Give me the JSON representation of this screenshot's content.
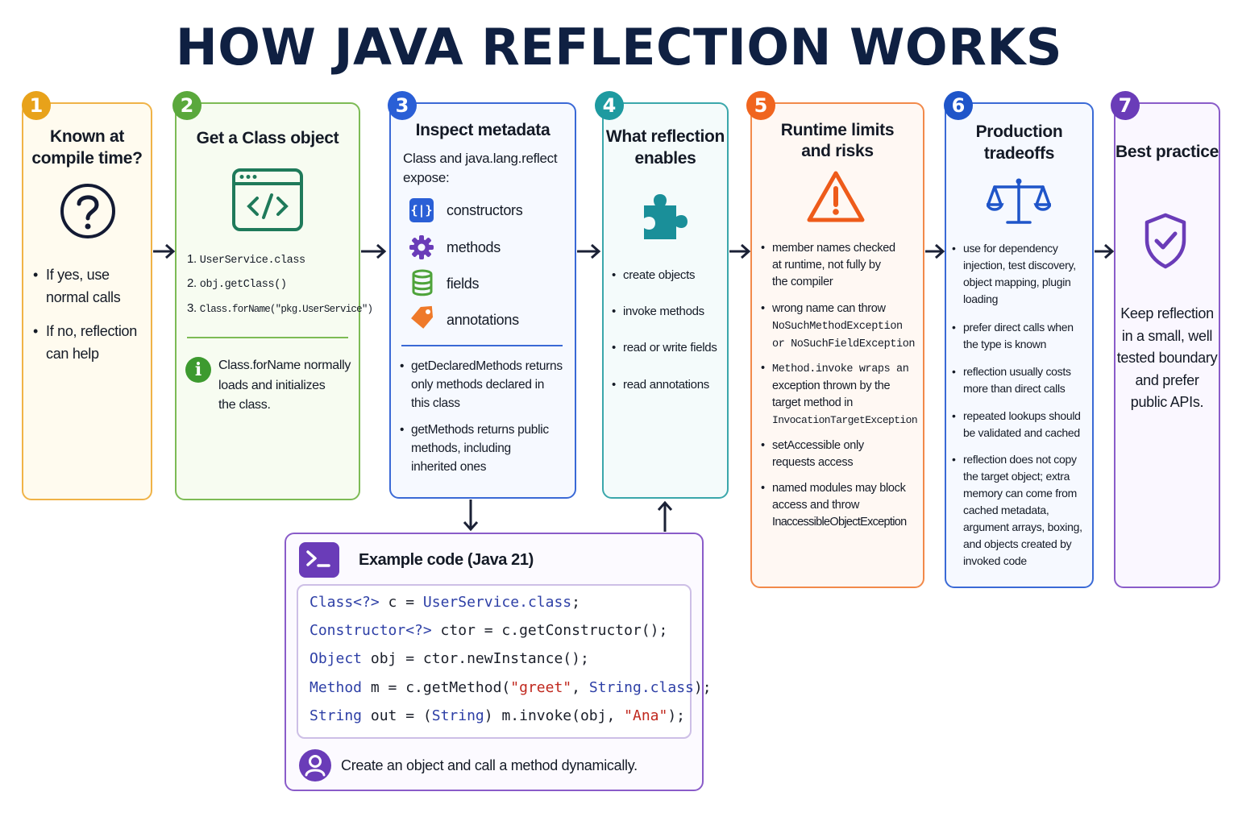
{
  "title": "HOW JAVA REFLECTION WORKS",
  "colors": {
    "panel1": "#f0a01f",
    "panel2": "#5aa83c",
    "panel3": "#2a5fd6",
    "panel4": "#1e9aa0",
    "panel5": "#f0651f",
    "panel6": "#1f55c9",
    "panel7": "#6a3cb8",
    "code": "#6a3cb8"
  },
  "panels": {
    "p1": {
      "number": "1",
      "title_l1": "Known at",
      "title_l2": "compile time?",
      "icon": "question-icon",
      "bullets": [
        "If yes, use",
        "normal calls",
        "If no, reflection",
        "can help"
      ]
    },
    "p2": {
      "number": "2",
      "title": "Get a Class object",
      "icon": "code-window-icon",
      "steps": [
        "1.",
        "UserService.class",
        "2.",
        "obj.getClass()",
        "3.",
        "Class.forName(\"pkg.UserService\")"
      ],
      "note_l1": "Class.forName normally",
      "note_l2": "loads and initializes",
      "note_l3": "the class."
    },
    "p3": {
      "number": "3",
      "title": "Inspect metadata",
      "intro_l1": "Class and java.lang.reflect",
      "intro_l2": "expose:",
      "items": [
        "constructors",
        "methods",
        "fields",
        "annotations"
      ],
      "b1_l1": "getDeclaredMethods returns",
      "b1_l2": "only methods declared in",
      "b1_l3": "this class",
      "b2_l1": "getMethods returns public",
      "b2_l2": "methods, including",
      "b2_l3": "inherited ones"
    },
    "p4": {
      "number": "4",
      "title_l1": "What reflection",
      "title_l2": "enables",
      "icon": "puzzle-icon",
      "bullets": [
        "create objects",
        "invoke methods",
        "read or write fields",
        "read annotations"
      ]
    },
    "p5": {
      "number": "5",
      "title_l1": "Runtime limits",
      "title_l2": "and risks",
      "icon": "warning-icon",
      "lines": [
        "member names checked",
        "at runtime, not fully by",
        "the compiler",
        "wrong name can throw",
        "NoSuchMethodException",
        "or NoSuchFieldException",
        "Method.invoke wraps an",
        "exception thrown by the",
        "target method in",
        "InvocationTargetException",
        "setAccessible only",
        "requests access",
        "named modules may block",
        "access and throw",
        "InaccessibleObjectException"
      ]
    },
    "p6": {
      "number": "6",
      "title_l1": "Production",
      "title_l2": "tradeoffs",
      "icon": "scale-icon",
      "lines": [
        "use for dependency",
        "injection, test discovery,",
        "object mapping, plugin",
        "loading",
        "prefer direct calls when",
        "the type is known",
        "reflection usually costs",
        "more than direct calls",
        "repeated lookups should",
        "be validated and cached",
        "reflection does not copy",
        "the target object; extra",
        "memory can come from",
        "cached metadata,",
        "argument arrays, boxing,",
        "and objects created by",
        "invoked code"
      ]
    },
    "p7": {
      "number": "7",
      "title": "Best practice",
      "icon": "shield-check-icon",
      "text": [
        "Keep reflection",
        "in a small, well",
        "tested boundary",
        "and prefer",
        "public APIs."
      ]
    }
  },
  "code_panel": {
    "title": "Example code (Java 21)",
    "icon": "terminal-icon",
    "t": [
      "Class<?>",
      " c = ",
      "UserService",
      ".class",
      ";",
      "Constructor<?>",
      " ctor = c.getConstructor();",
      "Object",
      " obj = ctor.newInstance();",
      "Method",
      " m = c.getMethod(",
      "\"greet\"",
      ", ",
      "String",
      ".class",
      ");",
      "String",
      " out = (",
      "String",
      ") m.invoke(obj, ",
      "\"Ana\"",
      ");"
    ],
    "caption": "Create an object and call a method dynamically.",
    "caption_icon": "user-icon"
  }
}
